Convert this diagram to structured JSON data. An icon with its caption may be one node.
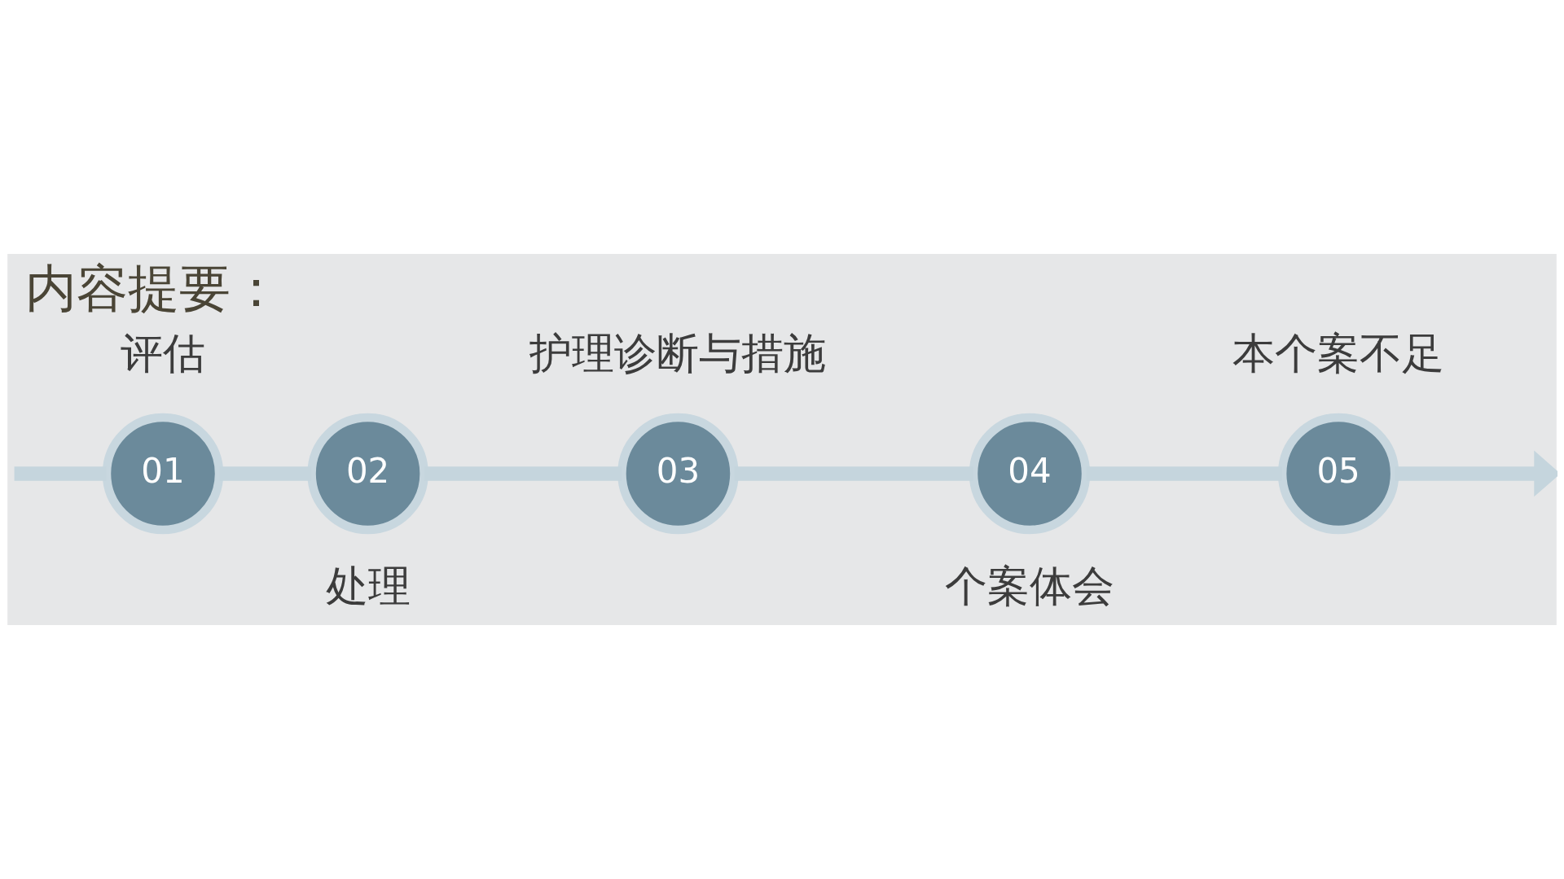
{
  "diagram": {
    "title": "内容提要：",
    "nodes": [
      {
        "text": [
          "01"
        ],
        "beside": [
          "评估"
        ]
      },
      {
        "text": [
          "02"
        ],
        "beside": [
          "处理"
        ]
      },
      {
        "text": [
          "03"
        ],
        "beside": [
          "护理诊断与措施"
        ]
      },
      {
        "text": [
          "04"
        ],
        "beside": [
          "个案体会"
        ]
      },
      {
        "text": [
          "05"
        ],
        "beside": [
          "本个案不足"
        ]
      }
    ],
    "edges": [
      {
        "from": null,
        "to": 0,
        "arrow": "none"
      },
      {
        "from": 0,
        "to": 1,
        "arrow": "none"
      },
      {
        "from": 1,
        "to": 2,
        "arrow": "none"
      },
      {
        "from": 2,
        "to": 3,
        "arrow": "none"
      },
      {
        "from": 3,
        "to": 4,
        "arrow": "none"
      },
      {
        "from": 4,
        "to": null,
        "arrow": "to"
      }
    ]
  }
}
